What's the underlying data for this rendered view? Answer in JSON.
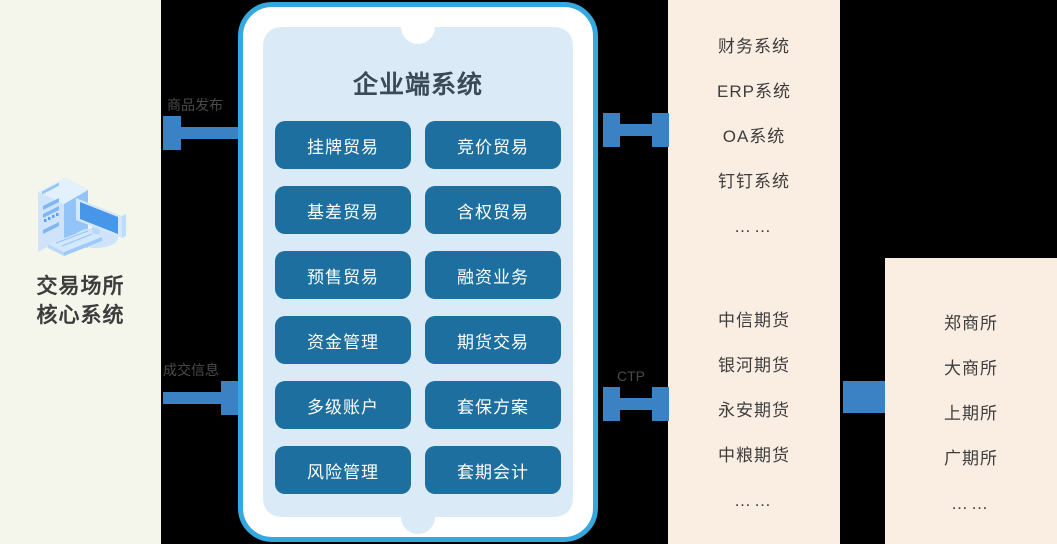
{
  "venue": {
    "icon": "desktop-computer-icon",
    "title": "交易场所\n核心系统"
  },
  "flows": [
    {
      "label": "商品发布",
      "direction": "left"
    },
    {
      "label": "成交信息",
      "direction": "right"
    },
    {
      "label": "",
      "direction": "both"
    },
    {
      "label": "CTP",
      "direction": "both"
    }
  ],
  "phone": {
    "title": "企业端系统",
    "tiles": [
      "挂牌贸易",
      "竞价贸易",
      "基差贸易",
      "含权贸易",
      "预售贸易",
      "融资业务",
      "资金管理",
      "期货交易",
      "多级账户",
      "套保方案",
      "风险管理",
      "套期会计"
    ]
  },
  "lists": {
    "enterprise_systems": [
      "财务系统",
      "ERP系统",
      "OA系统",
      "钉钉系统",
      "……"
    ],
    "futures_brokers": [
      "中信期货",
      "银河期货",
      "永安期货",
      "中粮期货",
      "……"
    ],
    "exchanges": [
      "郑商所",
      "大商所",
      "上期所",
      "广期所",
      "……"
    ]
  },
  "colors": {
    "background": "#000000",
    "panel_left": "#f4f6ec",
    "panel_right": "#faeee3",
    "phone_border": "#35a8e0",
    "phone_screen": "#daeaf6",
    "tile": "#1c6f9e",
    "arrow": "#3b82c4",
    "text_dark": "#3d3d3d"
  }
}
